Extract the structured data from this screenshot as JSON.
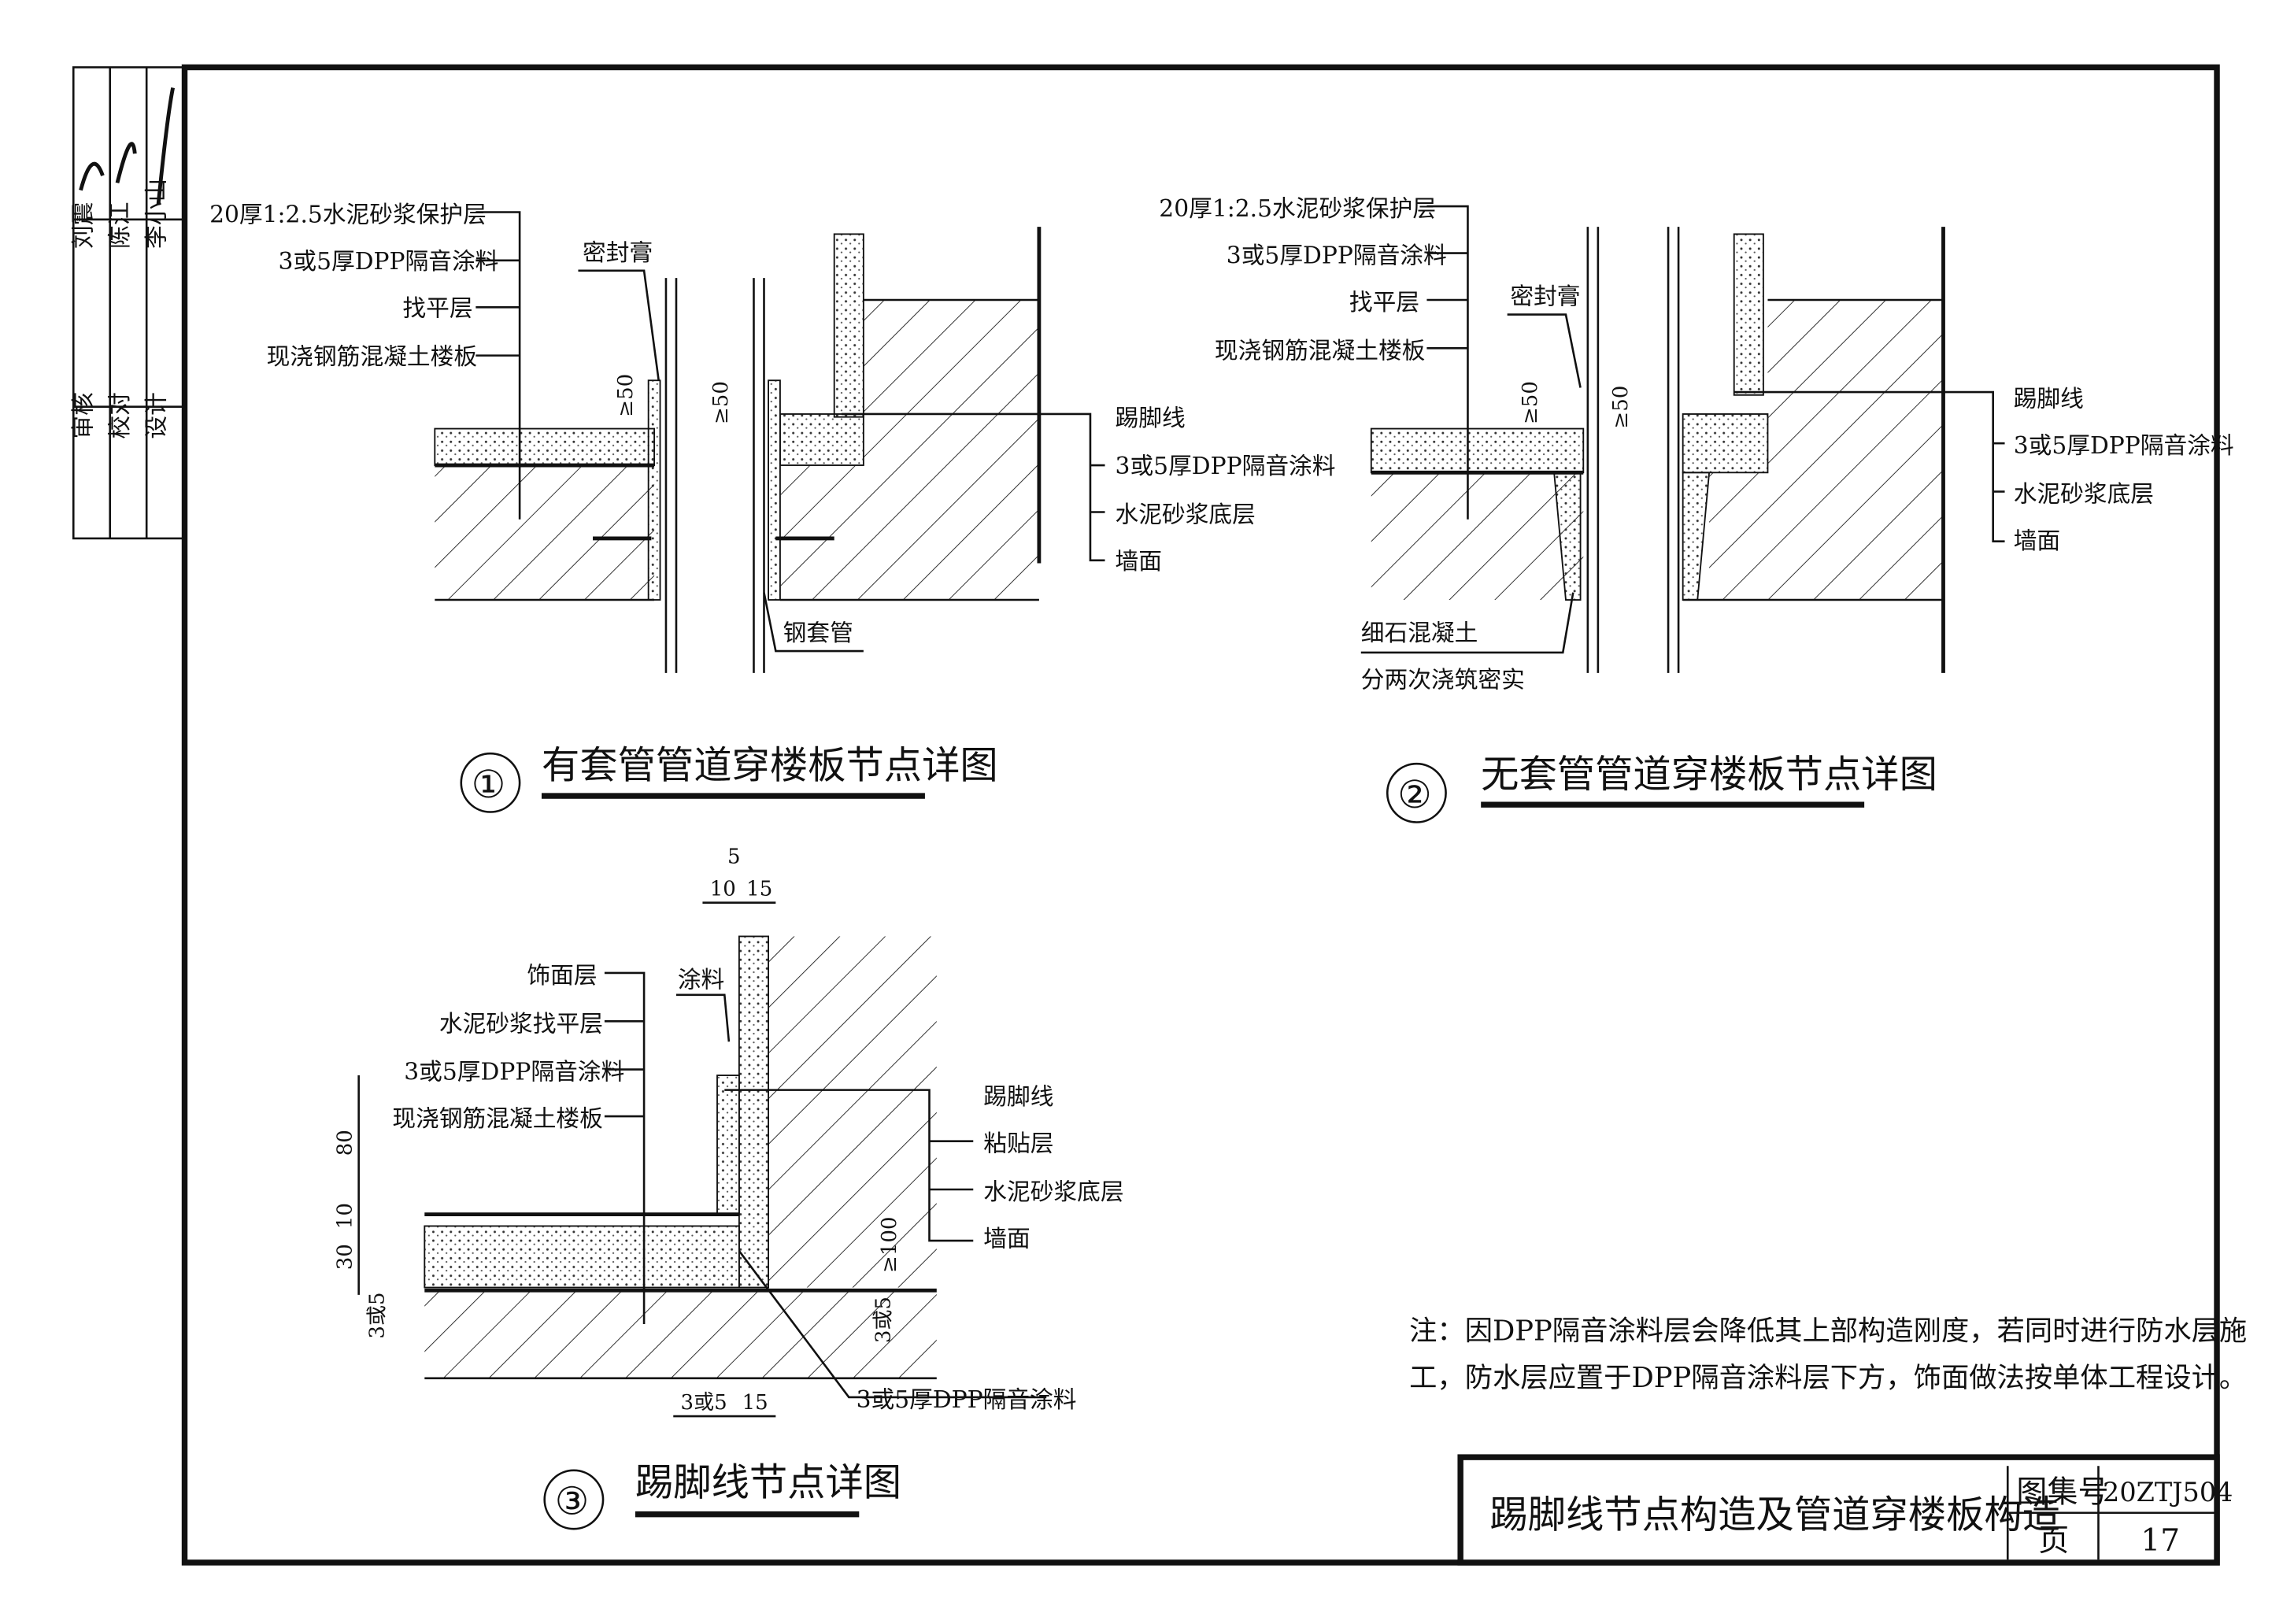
{
  "signature_table": {
    "roles": [
      "审核",
      "校对",
      "设计"
    ],
    "names": [
      "刘震",
      "陈江",
      "李小山"
    ]
  },
  "detail1": {
    "number": "①",
    "title": "有套管管道穿楼板节点详图",
    "left_labels": [
      "20厚1:2.5水泥砂浆保护层",
      "3或5厚DPP隔音涂料",
      "找平层",
      "现浇钢筋混凝土楼板"
    ],
    "sealant": "密封膏",
    "dim": "≥50",
    "right_labels": [
      "踢脚线",
      "3或5厚DPP隔音涂料",
      "水泥砂浆底层",
      "墙面"
    ],
    "sleeve": "钢套管"
  },
  "detail2": {
    "number": "②",
    "title": "无套管管道穿楼板节点详图",
    "left_labels": [
      "20厚1:2.5水泥砂浆保护层",
      "3或5厚DPP隔音涂料",
      "找平层",
      "现浇钢筋混凝土楼板"
    ],
    "sealant": "密封膏",
    "dim": "≥50",
    "right_labels": [
      "踢脚线",
      "3或5厚DPP隔音涂料",
      "水泥砂浆底层",
      "墙面"
    ],
    "bottom_labels": [
      "细石混凝土",
      "分两次浇筑密实"
    ]
  },
  "detail3": {
    "number": "③",
    "title": "踢脚线节点详图",
    "left_labels": [
      "饰面层",
      "水泥砂浆找平层",
      "3或5厚DPP隔音涂料",
      "现浇钢筋混凝土楼板"
    ],
    "coating": "涂料",
    "right_labels": [
      "踢脚线",
      "粘贴层",
      "水泥砂浆底层",
      "墙面"
    ],
    "bottom_label": "3或5厚DPP隔音涂料",
    "dims": {
      "top": "5",
      "top_a": "10",
      "top_b": "15",
      "v80": "80",
      "v10": "10",
      "v30": "30",
      "v35": "3或5",
      "v100": "≥100",
      "v35r": "3或5",
      "bot_a": "3或5",
      "bot_b": "15"
    }
  },
  "note": {
    "line1": "注：因DPP隔音涂料层会降低其上部构造刚度，若同时进行防水层施",
    "line2": "工，防水层应置于DPP隔音涂料层下方，饰面做法按单体工程设计。"
  },
  "title_block": {
    "title": "踢脚线节点构造及管道穿楼板构造",
    "atlas_label": "图集号",
    "atlas_no": "20ZTJ504",
    "page_label": "页",
    "page_no": "17"
  }
}
